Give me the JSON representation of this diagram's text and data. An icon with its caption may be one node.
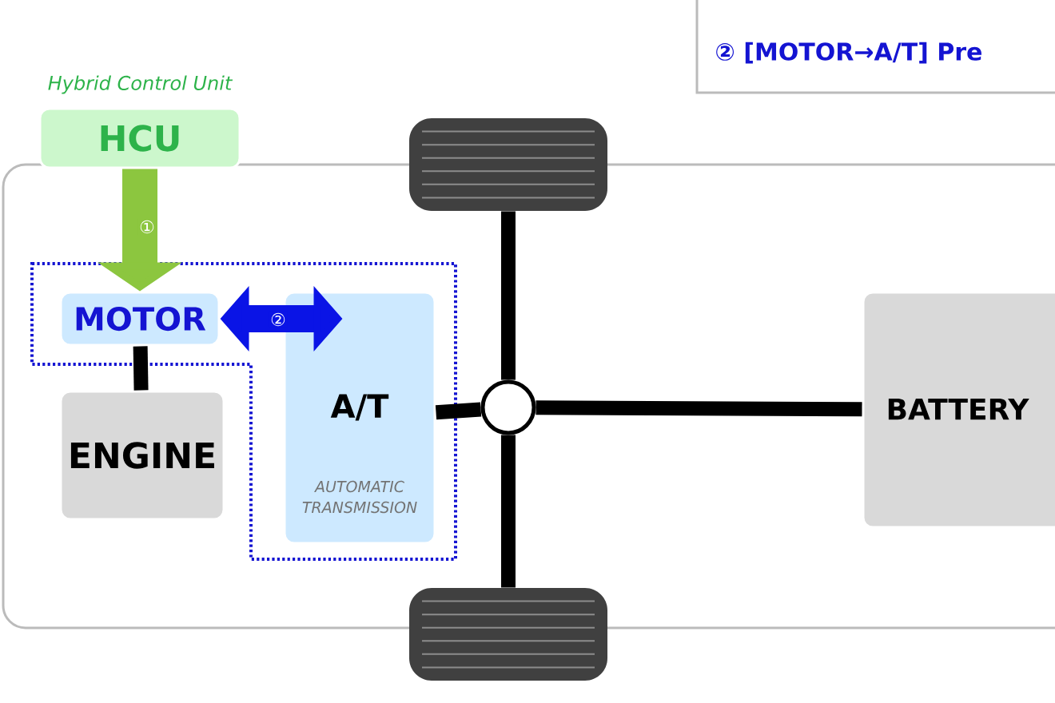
{
  "diagram": {
    "nodes": [
      {
        "text": [
          "HCU"
        ],
        "beside": [
          "Hybrid Control Unit"
        ]
      },
      {
        "text": [],
        "shape": "box"
      },
      {
        "text": [
          "MOTOR"
        ],
        "in": 1
      },
      {
        "text": [
          "A/T",
          "AUTOMATIC TRANSMISSION"
        ],
        "in": 1
      },
      {
        "text": [
          "ENGINE"
        ]
      },
      {
        "text": [],
        "shape": "circle"
      },
      {
        "text": [
          "BATTERY"
        ]
      },
      {
        "text": [],
        "shape": "picture"
      },
      {
        "text": [],
        "shape": "picture"
      }
    ],
    "edges": [
      {
        "from": 0,
        "to": 2,
        "arrow": "to",
        "label": "①",
        "style": "thick",
        "color": "#8cc63f"
      },
      {
        "from": 2,
        "to": 3,
        "arrow": "both",
        "label": "②",
        "style": "thick",
        "color": "#0a14e6"
      },
      {
        "from": 2,
        "to": 4,
        "arrow": "none"
      },
      {
        "from": 3,
        "to": 5,
        "arrow": "none"
      },
      {
        "from": 5,
        "to": 6,
        "arrow": "none"
      },
      {
        "from": 5,
        "to": 7,
        "arrow": "none"
      },
      {
        "from": 5,
        "to": 8,
        "arrow": "none"
      }
    ],
    "labels": [
      "② [MOTOR→A/T] Pre"
    ]
  }
}
